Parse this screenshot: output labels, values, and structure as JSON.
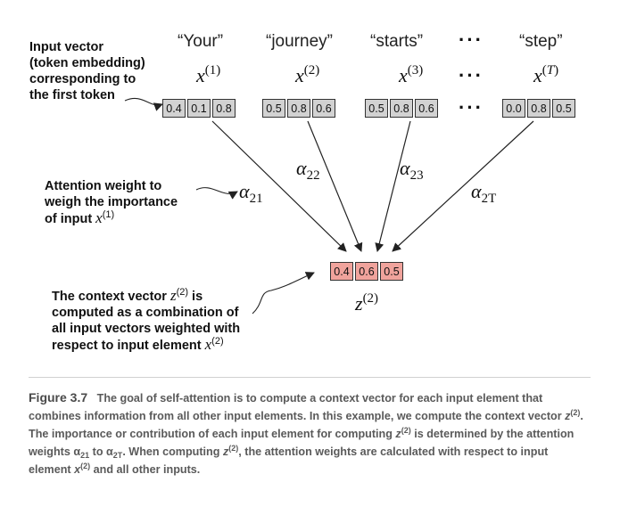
{
  "tokens": [
    {
      "word": "“Your”",
      "index": "1"
    },
    {
      "word": "“journey”",
      "index": "2"
    },
    {
      "word": "“starts”",
      "index": "3"
    },
    {
      "word": "“step”",
      "index": "T"
    }
  ],
  "ellipsis": "···",
  "input_vectors": [
    [
      "0.4",
      "0.1",
      "0.8"
    ],
    [
      "0.5",
      "0.8",
      "0.6"
    ],
    [
      "0.5",
      "0.8",
      "0.6"
    ],
    [
      "0.0",
      "0.8",
      "0.5"
    ]
  ],
  "context_vector": [
    "0.4",
    "0.6",
    "0.5"
  ],
  "symbols": {
    "x": "x",
    "z": "z",
    "z_index": "(2)",
    "alpha": "α",
    "alpha_subs": [
      "21",
      "22",
      "23",
      "2T"
    ]
  },
  "notes": {
    "input_vector_lines": [
      "Input vector",
      "(token embedding)",
      "corresponding to",
      "the first token"
    ],
    "attention_lines": [
      "Attention weight to",
      "weigh the importance",
      "of input "
    ],
    "attention_sym": "x",
    "attention_sup": "(1)",
    "context_line1_pre": "The context vector ",
    "context_sym": "z",
    "context_sup": "(2)",
    "context_line1_post": " is",
    "context_lines": [
      "computed as a combination of",
      "all input vectors weighted with"
    ],
    "context_last_pre": "respect to input element ",
    "context_last_sym": "x",
    "context_last_sup": "(2)"
  },
  "caption": {
    "label": "Figure 3.7",
    "p1": "The goal of self-attention is to compute a context vector for each input element that combines information from all other input elements. In this example, we compute the context vector ",
    "p2": ". The importance or contribution of each input element for computing ",
    "p3": " is determined by the attention weights ",
    "p4": " to ",
    "p5": ". When computing ",
    "p6": ", the attention weights are calculated with respect to input element ",
    "p7": " and all other inputs.",
    "z": "z",
    "x": "x",
    "sup2": "(2)",
    "alpha": "α",
    "sub21": "21",
    "sub2T": "2T"
  }
}
